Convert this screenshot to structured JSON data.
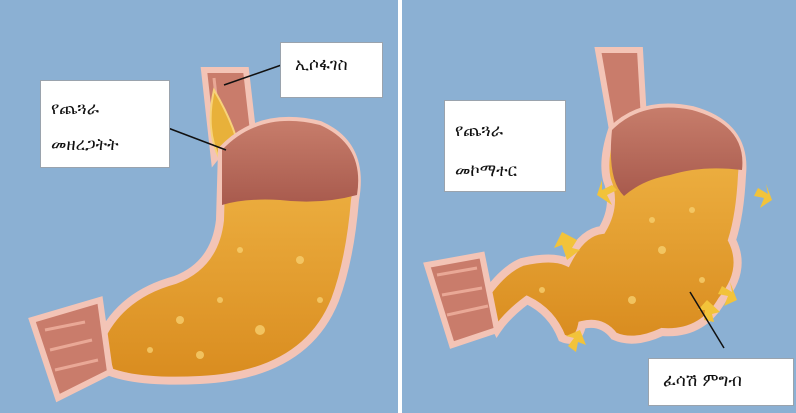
{
  "left_panel": {
    "esophagus_label": "ኢሶፋገስ",
    "secretion_label_line1": "የጨጓራ",
    "secretion_label_line2": "መዘረጋትት"
  },
  "right_panel": {
    "contraction_label_line1": "የጨጓራ",
    "contraction_label_line2": "መኮማተር",
    "chyme_label": "ፈሳሽ ምግብ"
  },
  "colors": {
    "background": "#8bb0d3",
    "stomach_upper": "#b86a5c",
    "stomach_lower": "#e8a635",
    "outline": "#f3c4b6",
    "arrows": "#f2c33a"
  }
}
